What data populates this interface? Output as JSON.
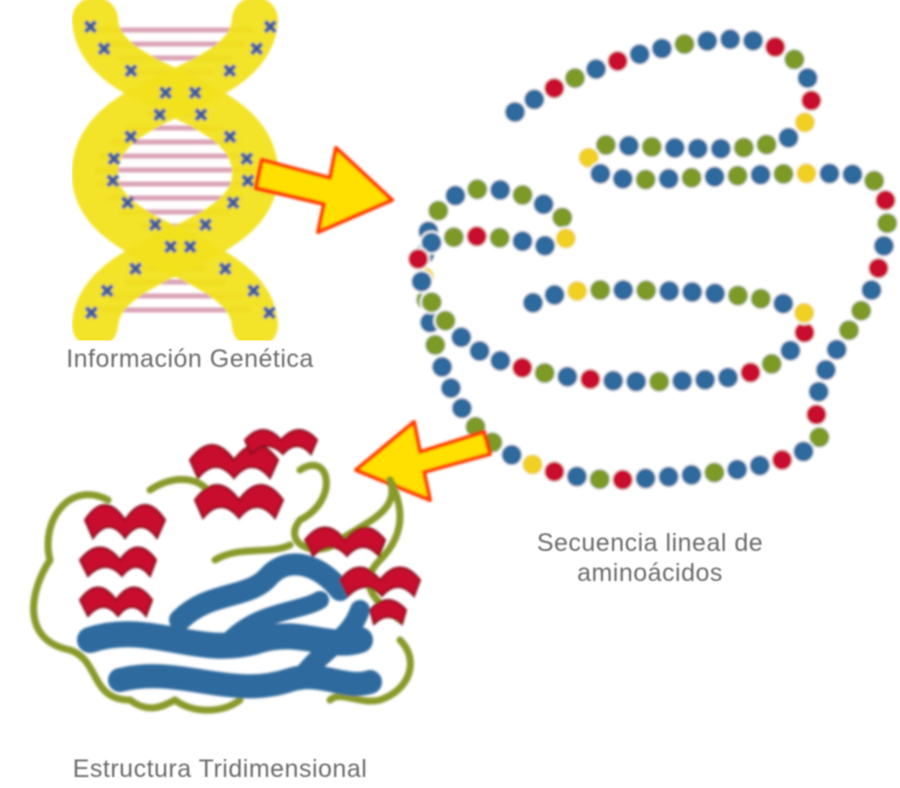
{
  "labels": {
    "dna": "Información Genética",
    "sequence_line1": "Secuencia lineal de",
    "sequence_line2": "aminoácidos",
    "structure": "Estructura Tridimensional"
  },
  "colors": {
    "dna_backbone": "#f2e21c",
    "dna_base": "#d9a3b5",
    "dna_nucleotide": "#3a5aa0",
    "residue_blue": "#2f6a9e",
    "residue_green": "#7e9a26",
    "residue_red": "#c8102e",
    "residue_yellow": "#f0d020",
    "arrow_fill": "#ffe000",
    "arrow_edge": "#ff3b00",
    "helix": "#c8102e",
    "sheet": "#2f6a9e",
    "loop": "#8a9a2a",
    "caption": "#6b6b6b"
  }
}
